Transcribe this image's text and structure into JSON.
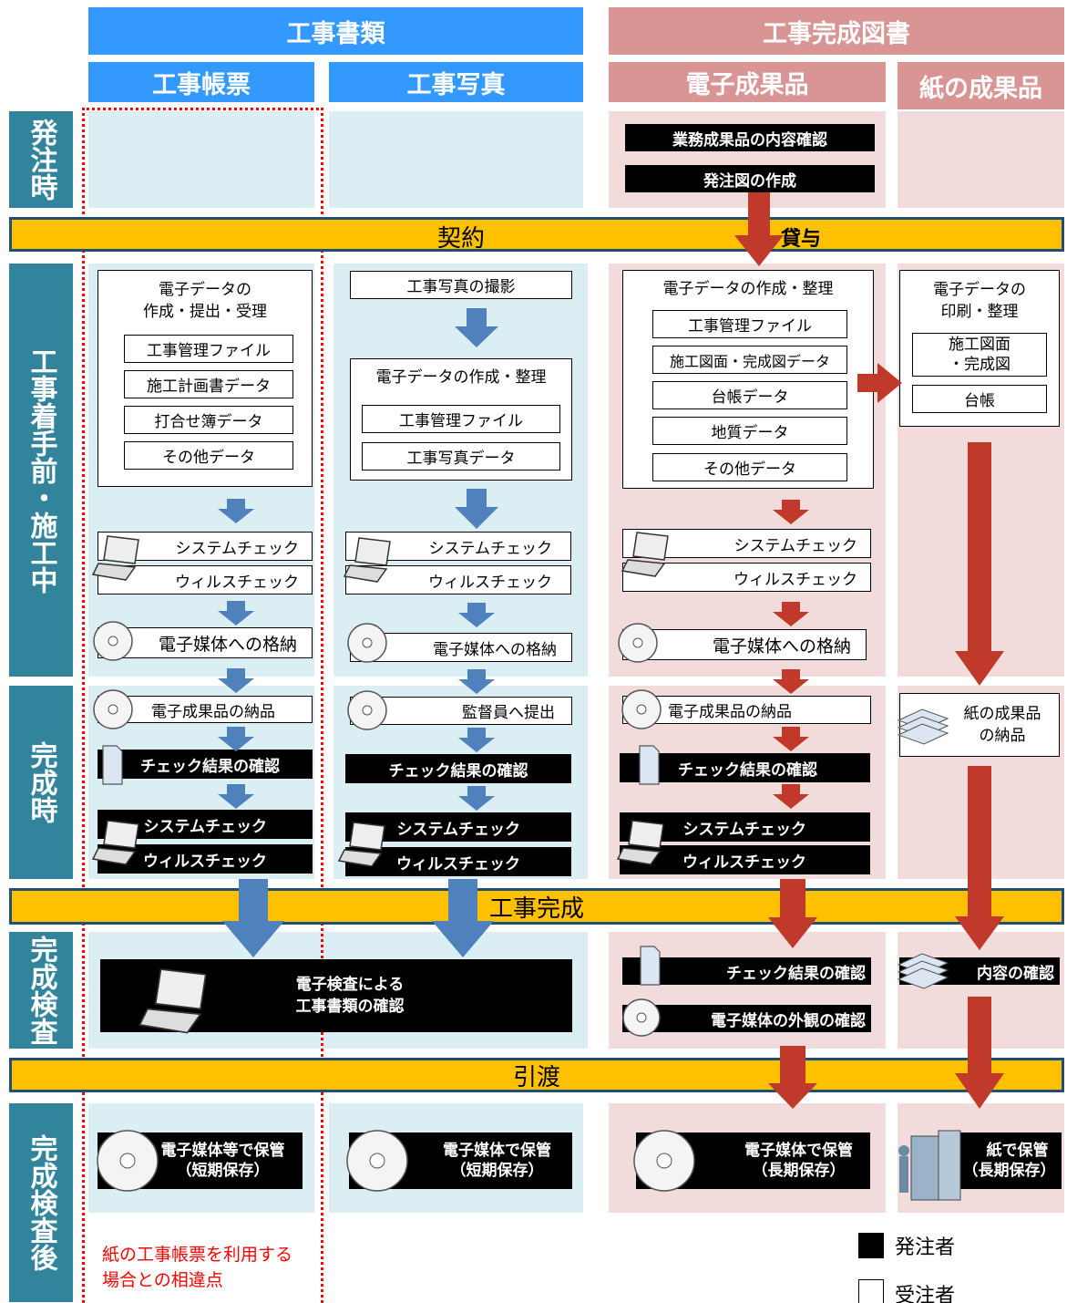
{
  "headers": {
    "construction_documents": "工事書類",
    "completion_drawings": "工事完成図書",
    "ledger": "工事帳票",
    "photo": "工事写真",
    "electronic_deliverable": "電子成果品",
    "paper_deliverable": "紙の成果品"
  },
  "rows": {
    "order": "発注時",
    "construction": "工事着手前・施工中",
    "completion": "完成時",
    "inspection": "完成検査",
    "after_inspection": "完成検査後"
  },
  "bands": {
    "contract": "契約",
    "lend": "貸与",
    "completion": "工事完成",
    "handover": "引渡"
  },
  "order_phase": {
    "confirm_contents": "業務成果品の内容確認",
    "create_drawings": "発注図の作成"
  },
  "ledger": {
    "title_line1": "電子データの",
    "title_line2": "作成・提出・受理",
    "items": [
      "工事管理ファイル",
      "施工計画書データ",
      "打合せ簿データ",
      "その他データ"
    ],
    "system_check": "システムチェック",
    "virus_check": "ウィルスチェック",
    "store_media": "電子媒体への格納",
    "deliver": "電子成果品の納品",
    "check_results": "チェック結果の確認",
    "system_check2": "システムチェック",
    "virus_check2": "ウィルスチェック",
    "storage_line1": "電子媒体等で保管",
    "storage_line2": "（短期保存）"
  },
  "photo": {
    "shoot": "工事写真の撮影",
    "title": "電子データの作成・整理",
    "items": [
      "工事管理ファイル",
      "工事写真データ"
    ],
    "system_check": "システムチェック",
    "virus_check": "ウィルスチェック",
    "store_media": "電子媒体への格納",
    "submit": "監督員へ提出",
    "check_results": "チェック結果の確認",
    "system_check2": "システムチェック",
    "virus_check2": "ウィルスチェック",
    "storage_line1": "電子媒体で保管",
    "storage_line2": "（短期保存）"
  },
  "inspection": {
    "line1": "電子検査による",
    "line2": "工事書類の確認"
  },
  "electronic": {
    "title": "電子データの作成・整理",
    "items": [
      "工事管理ファイル",
      "施工図面・完成図データ",
      "台帳データ",
      "地質データ",
      "その他データ"
    ],
    "system_check": "システムチェック",
    "virus_check": "ウィルスチェック",
    "store_media": "電子媒体への格納",
    "deliver": "電子成果品の納品",
    "check_results": "チェック結果の確認",
    "system_check2": "システムチェック",
    "virus_check2": "ウィルスチェック",
    "check_results3": "チェック結果の確認",
    "media_appearance": "電子媒体の外観の確認",
    "storage_line1": "電子媒体で保管",
    "storage_line2": "（長期保存）"
  },
  "paper": {
    "title_line1": "電子データの",
    "title_line2": "印刷・整理",
    "item1_line1": "施工図面",
    "item1_line2": "・完成図",
    "item2": "台帳",
    "deliver_line1": "紙の成果品",
    "deliver_line2": "の納品",
    "confirm": "内容の確認",
    "storage_line1": "紙で保管",
    "storage_line2": "（長期保存）"
  },
  "note": {
    "line1": "紙の工事帳票を利用する",
    "line2": "場合との相違点"
  },
  "legend": {
    "orderer": "発注者",
    "contractor": "受注者"
  },
  "colors": {
    "blue_header": "#3399ff",
    "pink_header": "#d99594",
    "row_label": "#31849b",
    "band": "#ffc000",
    "blue_arrow": "#4f81bd",
    "red_arrow": "#c0392b",
    "note_red": "#ff0000"
  }
}
